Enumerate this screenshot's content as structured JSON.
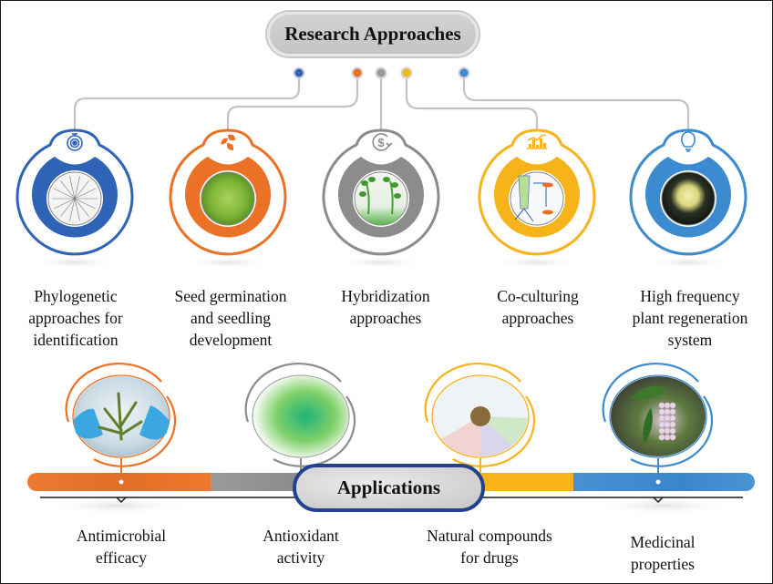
{
  "header": {
    "title": "Research Approaches"
  },
  "approaches": [
    {
      "id": "phylogenetic",
      "lines": [
        "Phylogenetic",
        "approaches for",
        "identification"
      ],
      "color": "#2f63b6",
      "icon": "stopwatch-gear-icon",
      "image": "phylogenetic-tree-image"
    },
    {
      "id": "seed-germination",
      "lines": [
        "Seed germination",
        "and seedling",
        "development"
      ],
      "color": "#ea7125",
      "icon": "leaf-cluster-icon",
      "image": "green-moss-culture-image"
    },
    {
      "id": "hybridization",
      "lines": [
        "Hybridization",
        "approaches"
      ],
      "color": "#8c8c8c",
      "icon": "dollar-cycle-icon",
      "image": "seedlings-in-tubes-image"
    },
    {
      "id": "co-culturing",
      "lines": [
        "Co-culturing",
        "approaches"
      ],
      "color": "#f6b31a",
      "icon": "bar-chart-trend-icon",
      "image": "co-culture-diagram-image"
    },
    {
      "id": "plant-regeneration",
      "lines": [
        "High frequency",
        "plant regeneration",
        "system"
      ],
      "color": "#3c8ad0",
      "icon": "lightbulb-icon",
      "image": "callus-culture-image"
    }
  ],
  "applications_header": {
    "title": "Applications"
  },
  "applications": [
    {
      "id": "antimicrobial",
      "lines": [
        "Antimicrobial",
        "efficacy"
      ],
      "color": "#ea7125",
      "image": "moss-in-petri-dish-image"
    },
    {
      "id": "antioxidant",
      "lines": [
        "Antioxidant",
        "activity"
      ],
      "color": "#8c8c8c",
      "image": "molecular-surface-image"
    },
    {
      "id": "natural-compounds",
      "lines": [
        "Natural compounds",
        "for drugs"
      ],
      "color": "#f6b31a",
      "image": "chemical-structures-wheel-image"
    },
    {
      "id": "medicinal",
      "lines": [
        "Medicinal",
        "properties"
      ],
      "color": "#3c8ad0",
      "image": "orchid-flowers-image"
    }
  ],
  "connector_color": "#c3c3c3"
}
